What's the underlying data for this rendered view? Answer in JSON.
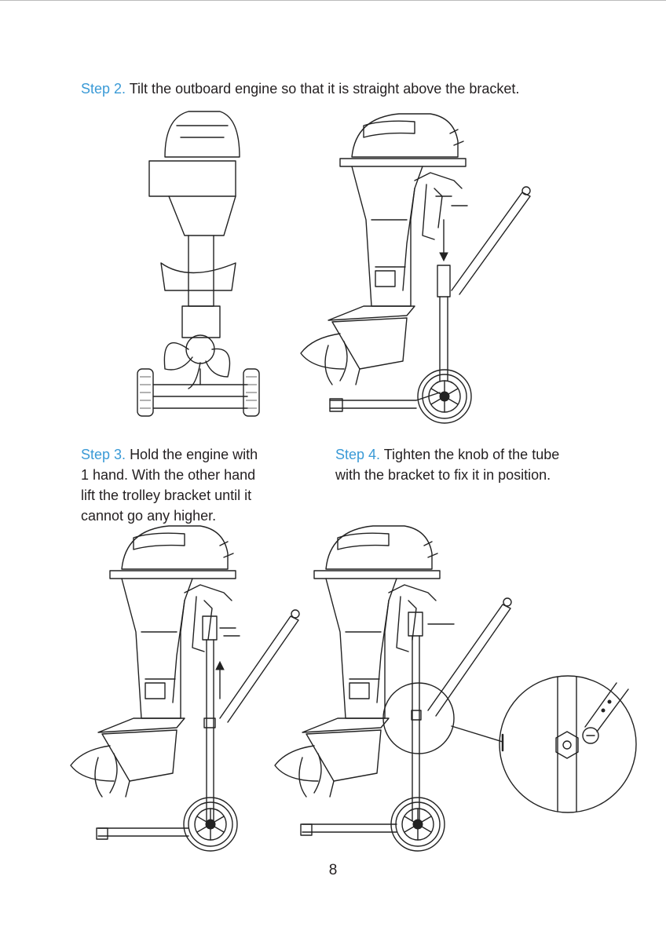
{
  "steps": [
    {
      "label": "Step 2.",
      "text": "Tilt the outboard engine so that it is straight above the bracket."
    },
    {
      "label": "Step 3.",
      "lines": [
        "Hold the engine with",
        "1 hand. With the other hand",
        "lift the trolley bracket until it",
        "cannot go any higher."
      ]
    },
    {
      "label": "Step 4.",
      "lines": [
        "Tighten the knob of the tube",
        "with the bracket to fix it in position."
      ]
    }
  ],
  "page_number": "8",
  "colors": {
    "step_label": "#3a9ad6",
    "text": "#231f20"
  }
}
